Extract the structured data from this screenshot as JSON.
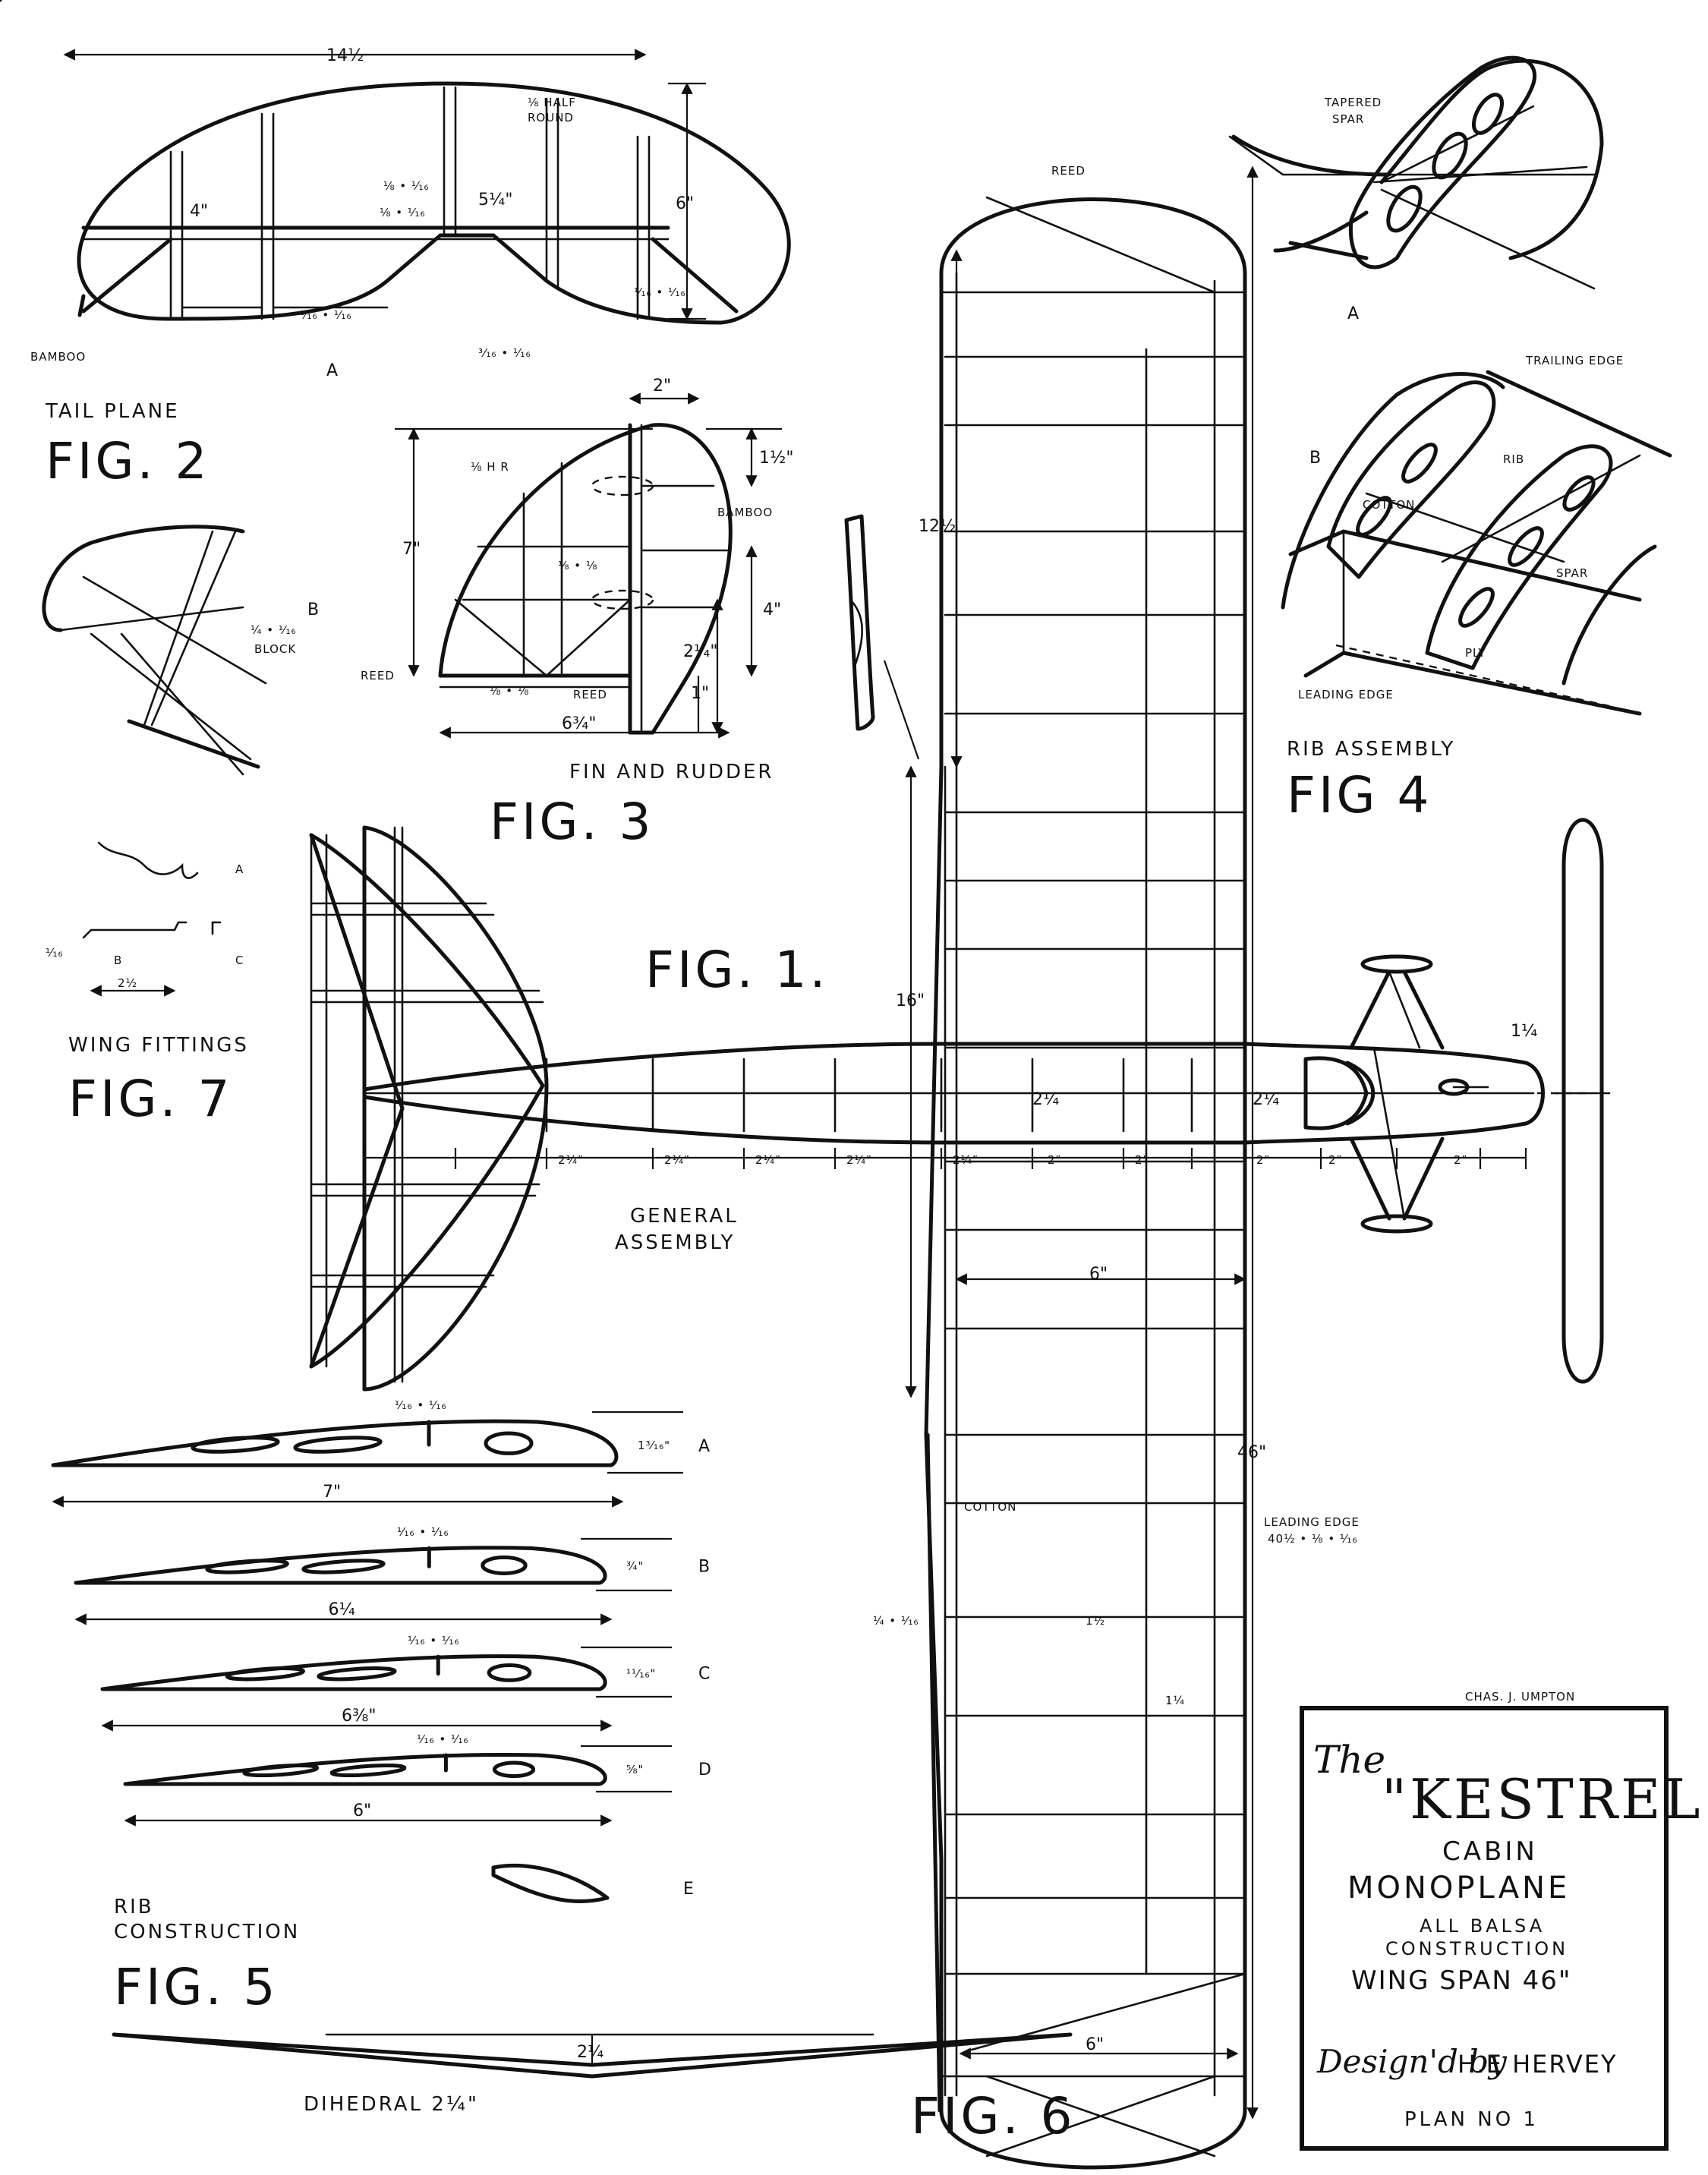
{
  "fig2": {
    "title": "TAIL PLANE",
    "fig": "FIG. 2",
    "span": "14½",
    "height": "6\"",
    "bay": "4\"",
    "bay2": "5¼\"",
    "half_round": "⅛ HALF",
    "half_round2": "ROUND",
    "spar1": "⅛ • ⅟₁₆",
    "spar2": "⅛ • ⅟₁₆",
    "strut1": "⅟₁₆ • ⅟₁₆",
    "strut2": "⅟₁₆ • ⅟₁₆",
    "strut3": "³⁄₁₆ • ⅟₁₆",
    "bamboo": "BAMBOO",
    "label_a": "A",
    "label_b": "B",
    "block": "¼ • ⅟₁₆",
    "block2": "BLOCK"
  },
  "fig3": {
    "title": "FIN AND RUDDER",
    "fig": "FIG. 3",
    "width_top": "2\"",
    "height": "7\"",
    "d1": "1½\"",
    "d2": "4\"",
    "d3": "2¼\"",
    "d4": "1\"",
    "base": "6¾\"",
    "hr": "⅛ H R",
    "bamboo": "BAMBOO",
    "spar": "⅛ • ⅛",
    "spar2": "⅛ • ⅛",
    "reed": "REED",
    "reed2": "REED"
  },
  "fig4": {
    "title": "RIB ASSEMBLY",
    "fig": "FIG 4",
    "tapered": "TAPERED",
    "spar_word": "SPAR",
    "label_a": "A",
    "label_b": "B",
    "trailing": "TRAILING EDGE",
    "rib": "RIB",
    "cotton": "COTTON",
    "spar": "SPAR",
    "ply": "PLY",
    "leading": "LEADING EDGE"
  },
  "fig1": {
    "fig": "FIG. 1.",
    "general": "GENERAL",
    "assembly": "ASSEMBLY",
    "span_dim": "16\"",
    "d1": "2¼\"",
    "d2": "2¼\"",
    "d3": "2¼\"",
    "d4": "2¼\"",
    "d5": "2¼\"",
    "d6": "2\"",
    "d7": "2\"",
    "d8": "2\"",
    "d9": "2\"",
    "d10": "2\"",
    "body": "2¼",
    "cabin": "2¼",
    "nose": "1¼"
  },
  "fig6": {
    "fig": "FIG. 6",
    "reed": "REED",
    "tip": "12½",
    "span": "46\"",
    "chord": "6\"",
    "chord2": "6\"",
    "cotton": "COTTON",
    "leading": "LEADING EDGE",
    "leading2": "40½ • ⅛ • ⅟₁₆",
    "edge": "¼ • ⅟₁₆",
    "bay": "1½",
    "bay2": "1¼"
  },
  "fig7": {
    "title": "WING FITTINGS",
    "fig": "FIG. 7",
    "a": "A",
    "b": "B",
    "c": "C",
    "dim": "2½",
    "small": "⅟₁₆"
  },
  "fig5": {
    "title1": "RIB",
    "title2": "CONSTRUCTION",
    "fig": "FIG. 5",
    "ribs": [
      {
        "letter": "A",
        "height": "1³⁄₁₆\"",
        "chord": "7\"",
        "spar": "⅟₁₆ • ⅟₁₆"
      },
      {
        "letter": "B",
        "height": "¾\"",
        "chord": "6¼",
        "spar": "⅟₁₆ • ⅟₁₆"
      },
      {
        "letter": "C",
        "height": "¹¹⁄₁₆\"",
        "chord": "6⅜\"",
        "spar": "⅟₁₆ • ⅟₁₆"
      },
      {
        "letter": "D",
        "height": "⅝\"",
        "chord": "6\"",
        "spar": "⅟₁₆ • ⅟₁₆"
      }
    ],
    "e": "E"
  },
  "dihedral": {
    "label": "DIHEDRAL 2¼\"",
    "dim": "2¼"
  },
  "credit": "CHAS. J. UMPTON",
  "titlebox": {
    "the": "The",
    "name": "\"KESTREL\"",
    "l1": "CABIN",
    "l2": "MONOPLANE",
    "l3": "ALL BALSA",
    "l4": "CONSTRUCTION",
    "l5": "WING SPAN 46\"",
    "designed": "Design'd by",
    "designer": "H.E HERVEY",
    "plan": "PLAN NO 1"
  }
}
